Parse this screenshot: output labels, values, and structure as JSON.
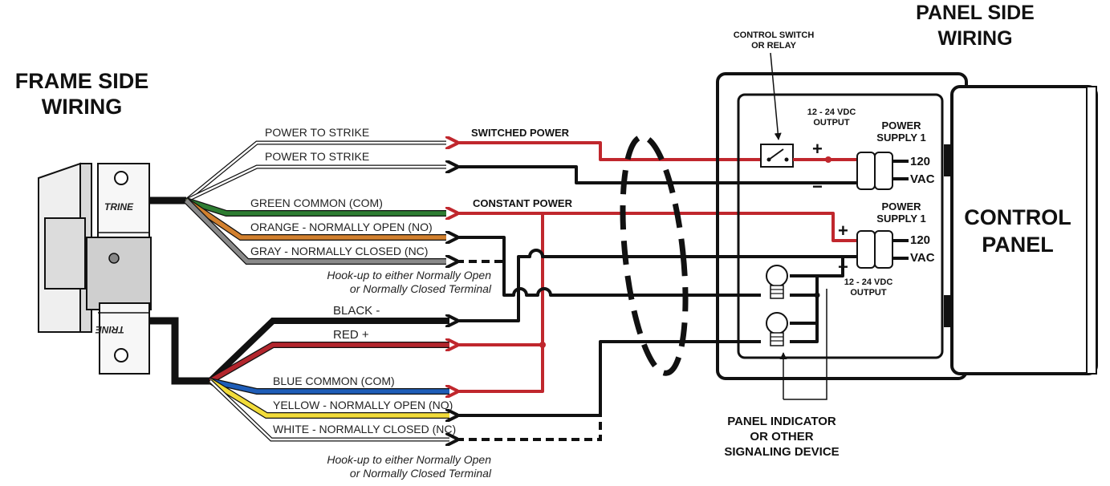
{
  "titles": {
    "frame_line1": "FRAME SIDE",
    "frame_line2": "WIRING",
    "panel_line1": "PANEL SIDE",
    "panel_line2": "WIRING"
  },
  "strike": {
    "brand_top": "TRINE",
    "brand_bottom": "TRINE"
  },
  "wires_top": [
    {
      "label": "POWER TO STRIKE",
      "color": "#ffffff"
    },
    {
      "label": "POWER TO STRIKE",
      "color": "#ffffff"
    },
    {
      "label": "GREEN COMMON (COM)",
      "color": "#2e7d32"
    },
    {
      "label": "ORANGE - NORMALLY OPEN (NO)",
      "color": "#d2802e"
    },
    {
      "label": "GRAY - NORMALLY CLOSED (NC)",
      "color": "#8a8a8a"
    }
  ],
  "wires_bottom": [
    {
      "label": "BLACK -",
      "color": "#111111"
    },
    {
      "label": "RED +",
      "color": "#b3262d"
    },
    {
      "label": "BLUE COMMON (COM)",
      "color": "#1e5db8"
    },
    {
      "label": "YELLOW - NORMALLY OPEN (NO)",
      "color": "#f2dc3a"
    },
    {
      "label": "WHITE - NORMALLY CLOSED (NC)",
      "color": "#ffffff"
    }
  ],
  "notes": {
    "hookup_top_line1": "Hook-up to either Normally Open",
    "hookup_top_line2": "or Normally Closed Terminal",
    "hookup_bottom_line1": "Hook-up to either Normally Open",
    "hookup_bottom_line2": "or Normally Closed Terminal"
  },
  "signals": {
    "switched_power": "SWITCHED POWER",
    "constant_power": "CONSTANT POWER"
  },
  "panel": {
    "control_switch_line1": "CONTROL SWITCH",
    "control_switch_line2": "OR RELAY",
    "output_top_line1": "12 - 24 VDC",
    "output_top_line2": "OUTPUT",
    "ps1_line1": "POWER",
    "ps1_line2": "SUPPLY 1",
    "ps1_v1": "120",
    "ps1_v2": "VAC",
    "ps2_line1": "POWER",
    "ps2_line2": "SUPPLY 1",
    "ps2_v1": "120",
    "ps2_v2": "VAC",
    "output_bottom_line1": "12 - 24 VDC",
    "output_bottom_line2": "OUTPUT",
    "control_panel_line1": "CONTROL",
    "control_panel_line2": "PANEL",
    "plus": "+",
    "minus": "−"
  },
  "indicator": {
    "line1": "PANEL INDICATOR",
    "line2": "OR OTHER",
    "line3": "SIGNALING DEVICE"
  },
  "colors": {
    "red_wire": "#c0272d",
    "black_wire": "#111111"
  }
}
